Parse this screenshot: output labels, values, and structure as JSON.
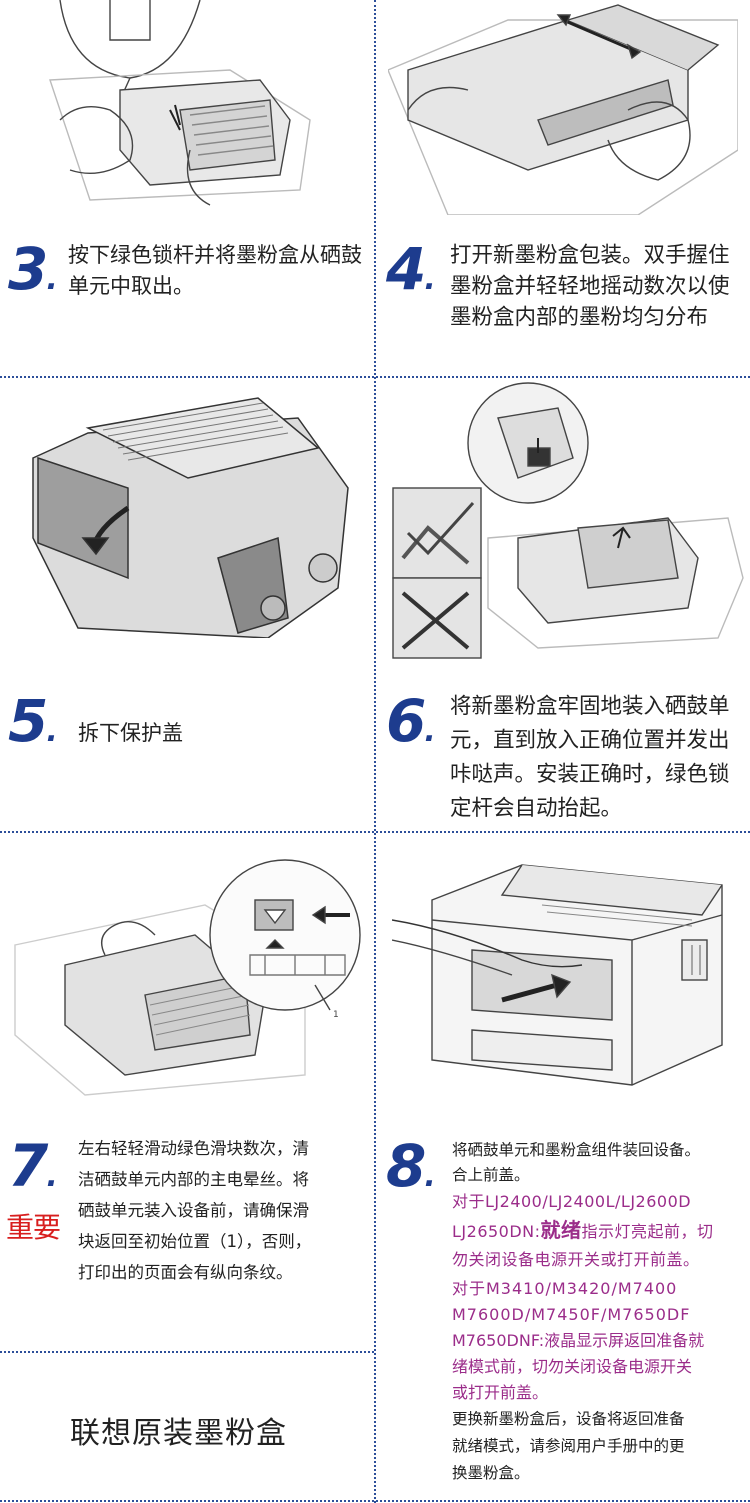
{
  "steps": [
    {
      "number": "3",
      "text": "按下绿色锁杆并将墨粉盒从硒鼓单元中取出。"
    },
    {
      "number": "4",
      "text": "打开新墨粉盒包装。双手握住墨粉盒并轻轻地摇动数次以使墨粉盒内部的墨粉均匀分布"
    },
    {
      "number": "5",
      "text": "拆下保护盖"
    },
    {
      "number": "6",
      "text": "将新墨粉盒牢固地装入硒鼓单元，直到放入正确位置并发出咔哒声。安装正确时，绿色锁定杆会自动抬起。"
    },
    {
      "number": "7",
      "important": "重要",
      "lines": [
        "左右轻轻滑动绿色滑块数次，清",
        "洁硒鼓单元内部的主电晕丝。将",
        "硒鼓单元装入设备前，请确保滑",
        "块返回至初始位置（1），否则，",
        "打印出的页面会有纵向条纹。"
      ]
    },
    {
      "number": "8",
      "intro": [
        "将硒鼓单元和墨粉盒组件装回设备。",
        "合上前盖。"
      ],
      "models_a": [
        "对于LJ2400/LJ2400L/LJ2600D",
        "LJ2650DN:"
      ],
      "ready_word": "就绪",
      "models_a_rest": [
        "指示灯亮起前，切",
        "勿关闭设备电源开关或打开前盖。"
      ],
      "models_b": [
        "对于M3410/M3420/M7400",
        "M7600D/M7450F/M7650DF",
        "M7650DNF:"
      ],
      "models_b_rest": [
        "液晶显示屏返回准备就",
        "绪模式前，切勿关闭设备电源开关",
        "或打开前盖。"
      ],
      "outro": [
        "更换新墨粉盒后，设备将返回准备",
        "就绪模式，请参阅用户手册中的更",
        "换墨粉盒。"
      ]
    }
  ],
  "brand": "联想原装墨粉盒",
  "callout_label": "1",
  "colors": {
    "accent": "#1d3c8e",
    "important": "#d81e1e",
    "highlight": "#9b2d8a"
  }
}
